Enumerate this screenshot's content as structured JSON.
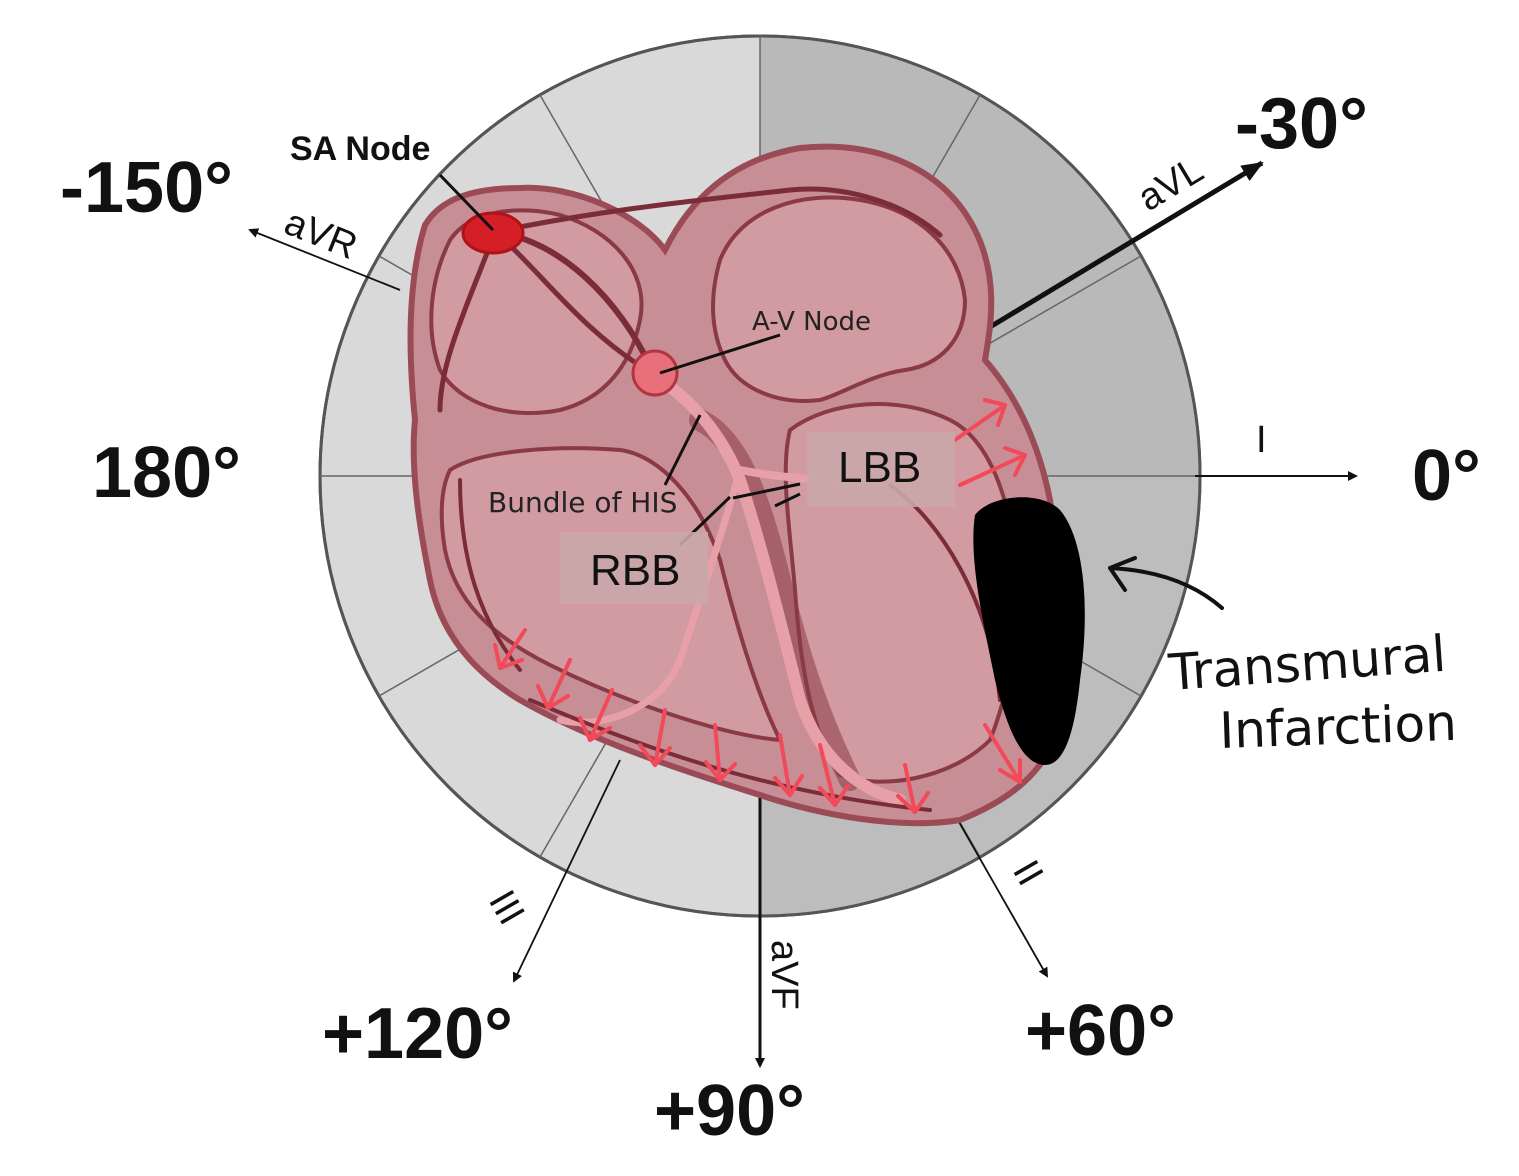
{
  "angles": {
    "minus150": "-150°",
    "minus30": "-30°",
    "deg180": "180°",
    "deg0": "0°",
    "plus120": "+120°",
    "plus90": "+90°",
    "plus60": "+60°"
  },
  "leads": {
    "avr": "aVR",
    "avl": "aVL",
    "i": "I",
    "ii": "II",
    "iii": "III",
    "avf": "aVF"
  },
  "structures": {
    "sa_node": "SA Node",
    "av_node": "A-V Node",
    "bundle_of_his": "Bundle of HIS",
    "lbb": "LBB",
    "rbb": "RBB"
  },
  "annotation": {
    "line1": "Transmural",
    "line2": "Infarction"
  },
  "colors": {
    "ring_light": "#d9d9d9",
    "ring_dark": "#b5b5b5",
    "heart_fill": "#c88e95",
    "heart_outline": "#8a3a45",
    "conduction": "#e7a0a8",
    "arrow_red": "#f24a58",
    "infarct": "#000000"
  }
}
